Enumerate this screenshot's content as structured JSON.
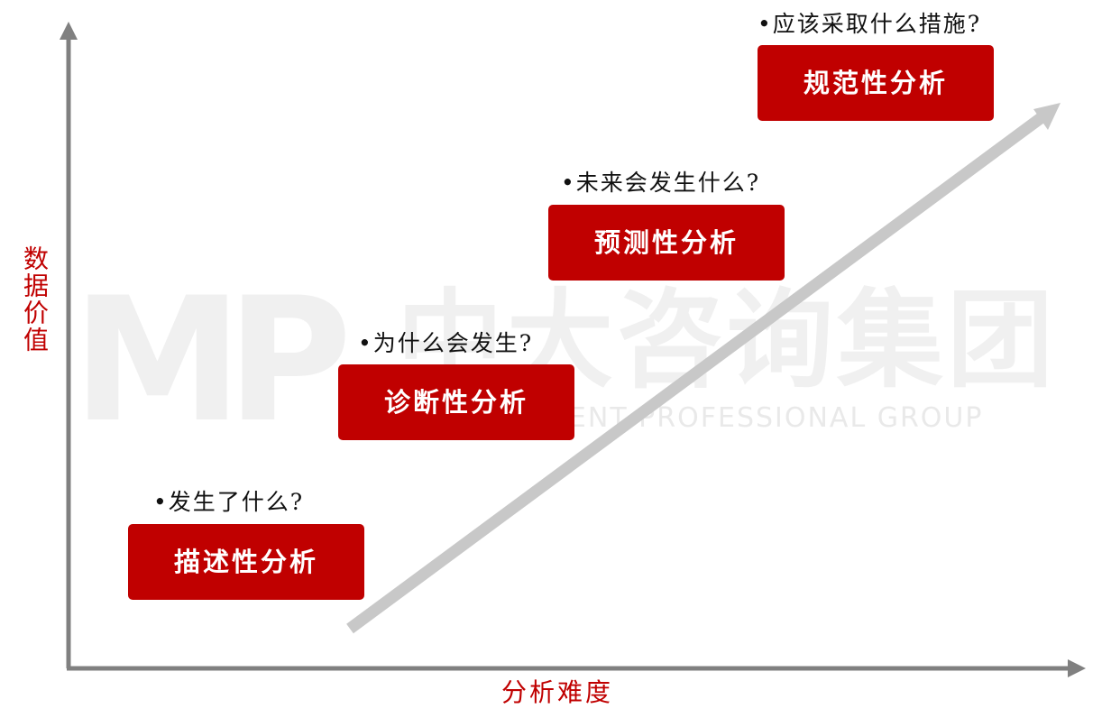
{
  "watermark": {
    "logo": "MP",
    "company_cn": "中大咨询集团",
    "company_en": "MANAGEMENT PROFESSIONAL GROUP"
  },
  "axes": {
    "y_label": "数据价值",
    "x_label": "分析难度",
    "axis_color": "#808080"
  },
  "trend_arrow": {
    "color": "#c8c8c8"
  },
  "colors": {
    "box_fill": "#c00000",
    "box_text": "#ffffff",
    "axis_label": "#c00000",
    "question_text": "#111111"
  },
  "stages": [
    {
      "question": "•发生了什么?",
      "label": "描述性分析"
    },
    {
      "question": "•为什么会发生?",
      "label": "诊断性分析"
    },
    {
      "question": "•未来会发生什么?",
      "label": "预测性分析"
    },
    {
      "question": "•应该采取什么措施?",
      "label": "规范性分析"
    }
  ]
}
